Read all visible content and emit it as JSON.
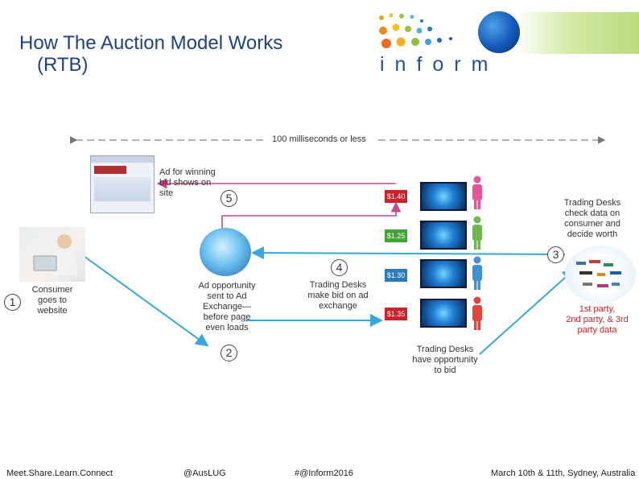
{
  "title_line1": "How The Auction Model Works",
  "title_line2": "(RTB)",
  "logo": {
    "text": "inform"
  },
  "timing_label": "100 milliseconds or less",
  "steps": {
    "s1": "1",
    "s2": "2",
    "s3": "3",
    "s4": "4",
    "s5": "5"
  },
  "labels": {
    "ad_winning_l1": "Ad for winning",
    "ad_winning_l2": "bid shows on",
    "ad_winning_l3": "site",
    "consumer_l1": "Consumer",
    "consumer_l2": "goes to",
    "consumer_l3": "website",
    "opportunity_l1": "Ad opportunity",
    "opportunity_l2": "sent to Ad",
    "opportunity_l3": "Exchange—",
    "opportunity_l4": "before page",
    "opportunity_l5": "even loads",
    "bid_l1": "Trading Desks",
    "bid_l2": "make bid on ad",
    "bid_l3": "exchange",
    "check_l1": "Trading Desks",
    "check_l2": "check data on",
    "check_l3": "consumer and",
    "check_l4": "decide worth",
    "opp_l1": "Trading Desks",
    "opp_l2": "have opportunity",
    "opp_l3": "to bid",
    "party_l1": "1st party,",
    "party_l2": "2nd party, & 3rd",
    "party_l3": "party data"
  },
  "bids": [
    {
      "value": "$1.40",
      "color": "#d0202a"
    },
    {
      "value": "$1.25",
      "color": "#3fa535"
    },
    {
      "value": "$1.30",
      "color": "#2a7ac0"
    },
    {
      "value": "$1.35",
      "color": "#d0202a"
    }
  ],
  "people_colors": [
    "#e8559a",
    "#6cb84a",
    "#3f90d6",
    "#e2453a"
  ],
  "colors": {
    "arrow_blue": "#39a7e0",
    "arrow_pink": "#c94a8a",
    "title_blue": "#1f3f8f"
  },
  "footer": {
    "tagline": "Meet.Share.Learn.Connect",
    "handle": "@AusLUG",
    "hashtag": "#@Inform2016",
    "date": "March 10th & 11th, Sydney, Australia"
  }
}
